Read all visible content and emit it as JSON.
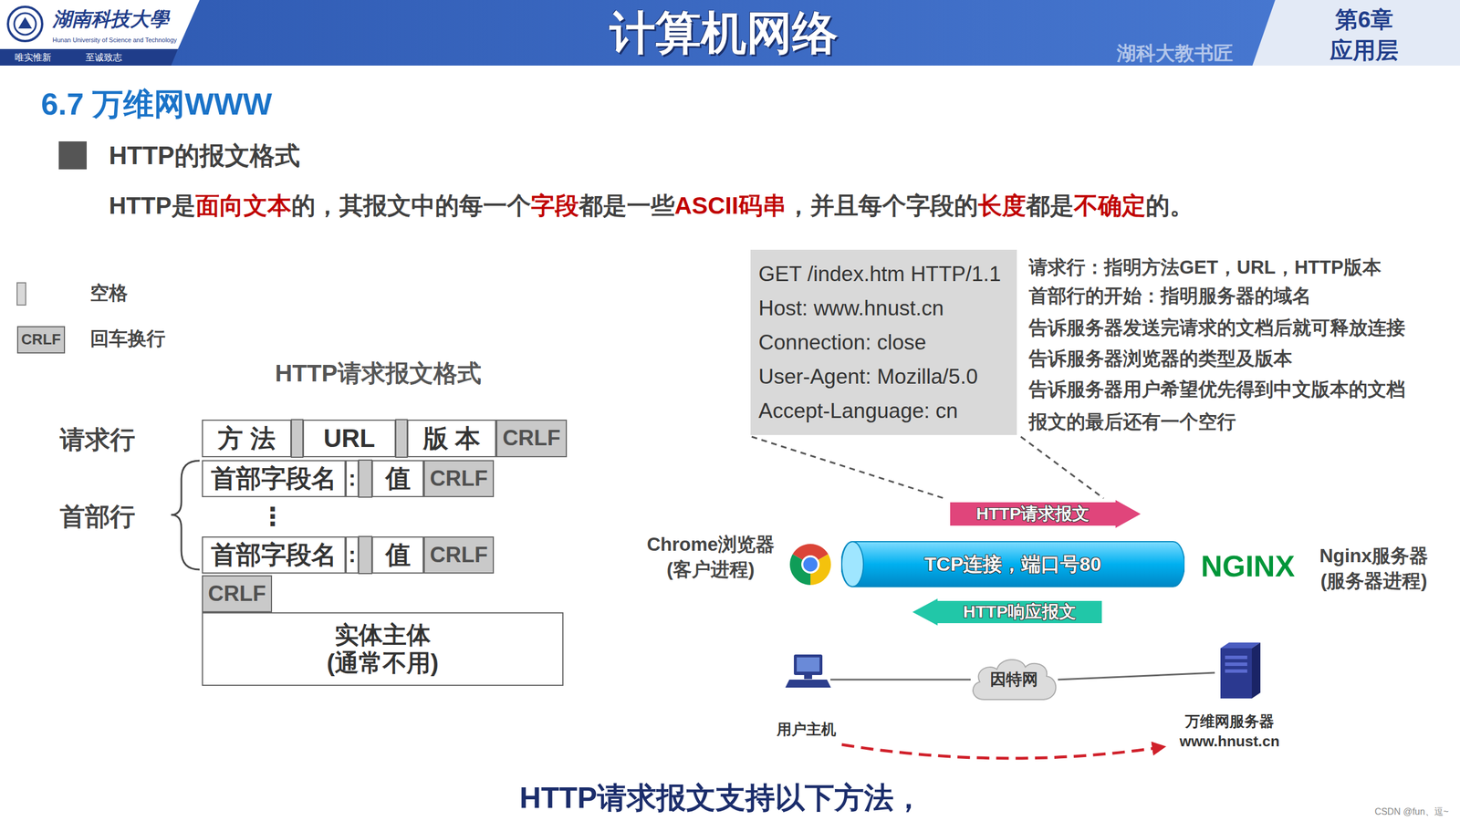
{
  "diagram": {
    "title": "计算机网络",
    "caption": "HTTP请求报文支持以下方法，",
    "nodes": [
      {
        "text": [
          "方 法"
        ]
      },
      {
        "text": [
          "URL"
        ]
      },
      {
        "text": [
          "版 本"
        ]
      },
      {
        "text": [
          "CRLF"
        ]
      },
      {
        "text": [
          "首部字段名"
        ]
      },
      {
        "text": [
          ":"
        ]
      },
      {
        "text": [
          "值"
        ]
      },
      {
        "text": [
          "CRLF"
        ]
      },
      {
        "text": [
          "首部字段名"
        ]
      },
      {
        "text": [
          ":"
        ]
      },
      {
        "text": [
          "值"
        ]
      },
      {
        "text": [
          "CRLF"
        ]
      },
      {
        "text": [
          "CRLF"
        ]
      },
      {
        "text": [
          "实体主体 (通常不用)"
        ]
      },
      {
        "text": [
          "GET /index.htm HTTP/1.1",
          "Host: www.hnust.cn",
          "Connection: close",
          "User-Agent:  Mozilla/5.0",
          "Accept-Language: cn"
        ]
      },
      {
        "text": [
          "HTTP请求报文"
        ]
      },
      {
        "text": [
          "TCP连接，端口号80"
        ]
      },
      {
        "text": [
          "HTTP响应报文"
        ]
      },
      {
        "text": [
          "因特网"
        ]
      }
    ],
    "labels": [
      "湖南科技大學",
      "Hunan University of Science and Technology",
      "唯实惟新",
      "至诚致志",
      "第6章",
      "应用层",
      "湖科大教书匠",
      "6.7 万维网WWW",
      "HTTP的报文格式",
      "HTTP是",
      "面向文本",
      "的，其报文中的每一个",
      "字段",
      "都是一些",
      "ASCII码串",
      "，并且每个字段的",
      "长度",
      "都是",
      "不确定",
      "的。",
      "CRLF",
      "HTTP请求报文格式",
      "请求行",
      "首部行",
      "⋮",
      "请求行：指明方法GET，URL，HTTP版本",
      "首部行的开始：指明服务器的域名",
      "告诉服务器发送完请求的文档后就可释放连接",
      "告诉服务器浏览器的类型及版本",
      "告诉服务器用户希望优先得到中文版本的文档",
      "报文的最后还有一个空行",
      "Chrome浏览器",
      "(客户进程)",
      "NGINX",
      "Nginx服务器",
      "(服务器进程)",
      "用户主机",
      "万维网服务器",
      "www.hnust.cn",
      "CSDN @fun、逗~"
    ],
    "legend": [
      {
        "text": "空格",
        "color": "#d9d9d9"
      },
      {
        "text": "回车换行"
      }
    ]
  }
}
